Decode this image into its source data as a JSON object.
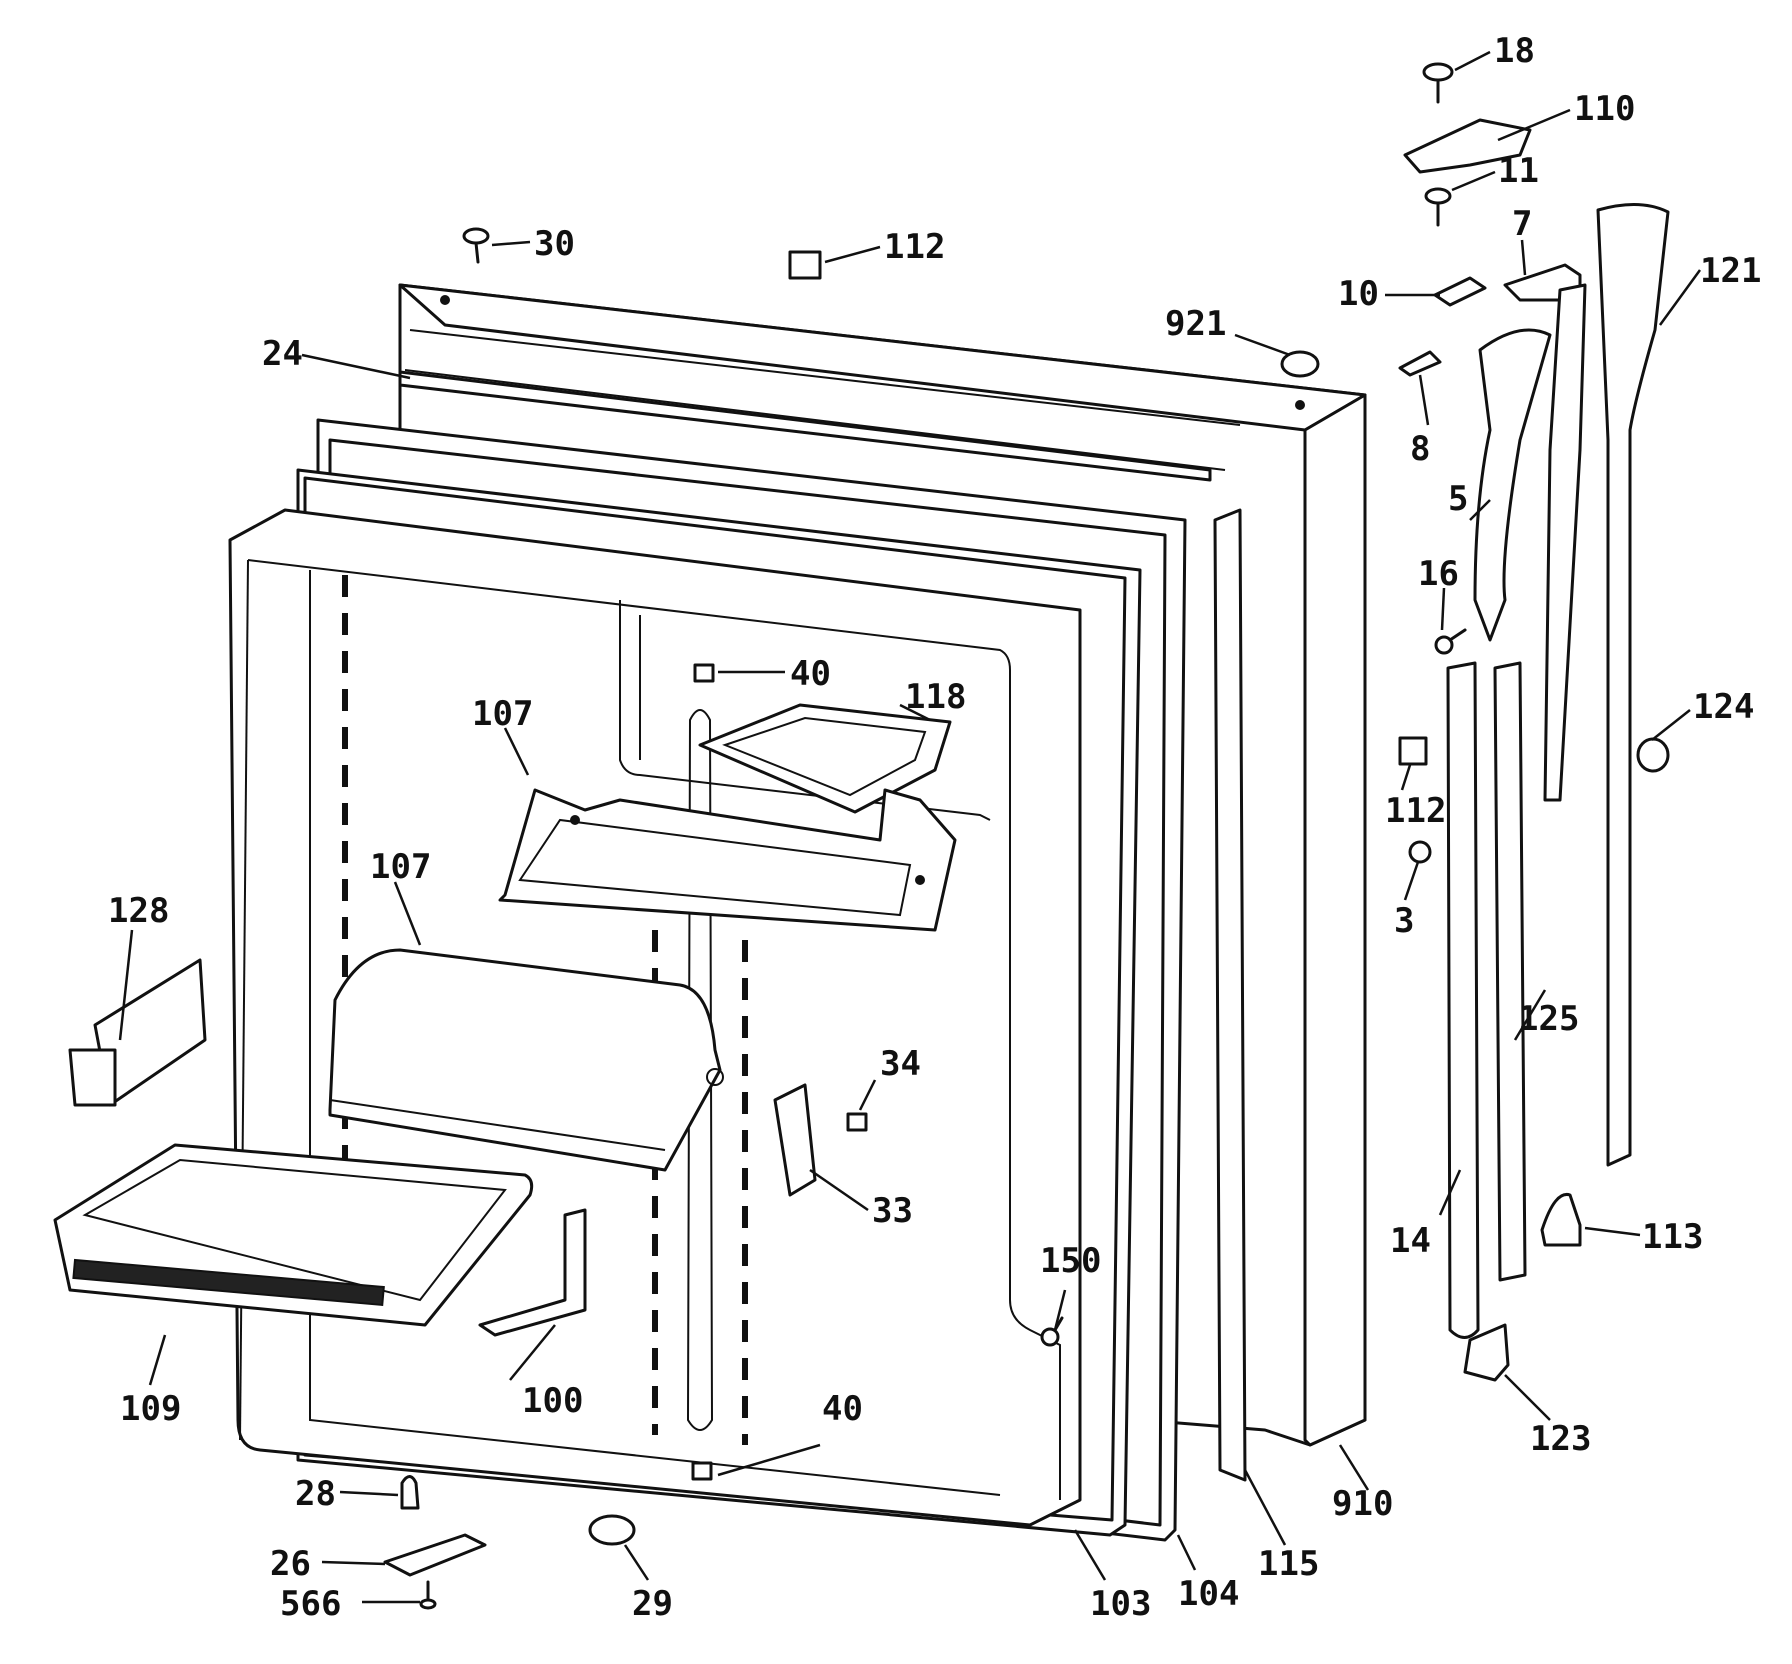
{
  "callouts": [
    {
      "id": "c18",
      "text": "18"
    },
    {
      "id": "c110",
      "text": "110"
    },
    {
      "id": "c11",
      "text": "11"
    },
    {
      "id": "c7",
      "text": "7"
    },
    {
      "id": "c121",
      "text": "121"
    },
    {
      "id": "c30",
      "text": "30"
    },
    {
      "id": "c112a",
      "text": "112"
    },
    {
      "id": "c10",
      "text": "10"
    },
    {
      "id": "c921",
      "text": "921"
    },
    {
      "id": "c24",
      "text": "24"
    },
    {
      "id": "c8",
      "text": "8"
    },
    {
      "id": "c5",
      "text": "5"
    },
    {
      "id": "c16",
      "text": "16"
    },
    {
      "id": "c40a",
      "text": "40"
    },
    {
      "id": "c107a",
      "text": "107"
    },
    {
      "id": "c118",
      "text": "118"
    },
    {
      "id": "c124",
      "text": "124"
    },
    {
      "id": "c112b",
      "text": "112"
    },
    {
      "id": "c107b",
      "text": "107"
    },
    {
      "id": "c128",
      "text": "128"
    },
    {
      "id": "c3",
      "text": "3"
    },
    {
      "id": "c125",
      "text": "125"
    },
    {
      "id": "c34",
      "text": "34"
    },
    {
      "id": "c33",
      "text": "33"
    },
    {
      "id": "c14",
      "text": "14"
    },
    {
      "id": "c113",
      "text": "113"
    },
    {
      "id": "c150",
      "text": "150"
    },
    {
      "id": "c109",
      "text": "109"
    },
    {
      "id": "c100",
      "text": "100"
    },
    {
      "id": "c40b",
      "text": "40"
    },
    {
      "id": "c123",
      "text": "123"
    },
    {
      "id": "c910",
      "text": "910"
    },
    {
      "id": "c115",
      "text": "115"
    },
    {
      "id": "c28",
      "text": "28"
    },
    {
      "id": "c26",
      "text": "26"
    },
    {
      "id": "c566",
      "text": "566"
    },
    {
      "id": "c29",
      "text": "29"
    },
    {
      "id": "c103",
      "text": "103"
    },
    {
      "id": "c104",
      "text": "104"
    }
  ]
}
